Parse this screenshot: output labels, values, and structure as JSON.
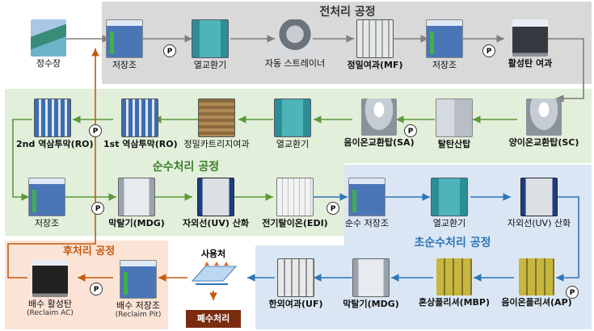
{
  "regions": {
    "pretreatment": "전처리 공정",
    "pure_water": "순수처리 공정",
    "ultrapure_water": "초순수처리 공정",
    "post_treatment": "후처리 공정"
  },
  "pump_symbol": "P",
  "nodes": {
    "water_intake": "정수장",
    "pre_storage_tank": "저장조",
    "pre_heat_exchanger": "열교환기",
    "auto_strainer": "자동 스트레이너",
    "mf": "정밀여과(MF)",
    "pre_storage_tank2": "저장조",
    "activated_carbon": "활성탄 여과",
    "cation_exchanger": "양이온교환탑(SC)",
    "degasifier": "탈탄산탑",
    "anion_exchanger": "음이온교환탑(SA)",
    "pure_heat_exchanger": "열교환기",
    "cartridge_filter": "정밀카트리지여과",
    "ro1": "1st 역삼투막(RO)",
    "ro2": "2nd 역삼투막(RO)",
    "pure_storage_tank": "저장조",
    "mdg1": "막탈기(MDG)",
    "uv1": "자외선(UV) 산화",
    "edi": "전기탈이온(EDI)",
    "pure_water_tank": "순수 저장조",
    "up_heat_exchanger": "열교환기",
    "uv2": "자외선(UV) 산화",
    "ap": "음이온폴리셔(AP)",
    "mbp": "혼상폴리셔(MBP)",
    "mdg2": "막탈기(MDG)",
    "uf": "한외여과(UF)",
    "point_of_use": "사용처",
    "waste_treatment": "폐수처리",
    "reclaim_pit": "배수 저장조",
    "reclaim_pit_en": "(Reclaim Pit)",
    "reclaim_ac": "배수 활성탄",
    "reclaim_ac_en": "(Reclaim AC)"
  },
  "colors": {
    "pretreatment_bg": "#d9d9d9",
    "pure_bg": "#e2efda",
    "ultrapure_bg": "#dae6f3",
    "post_bg": "#fbe3d6",
    "gray_arrow": "#7f7f7f",
    "green_arrow": "#5b9a3b",
    "blue_arrow": "#2e75b6",
    "orange_arrow": "#c55a11",
    "pure_title": "#3a7d2c",
    "ultrapure_title": "#2e75b6",
    "post_title": "#c55a11"
  }
}
